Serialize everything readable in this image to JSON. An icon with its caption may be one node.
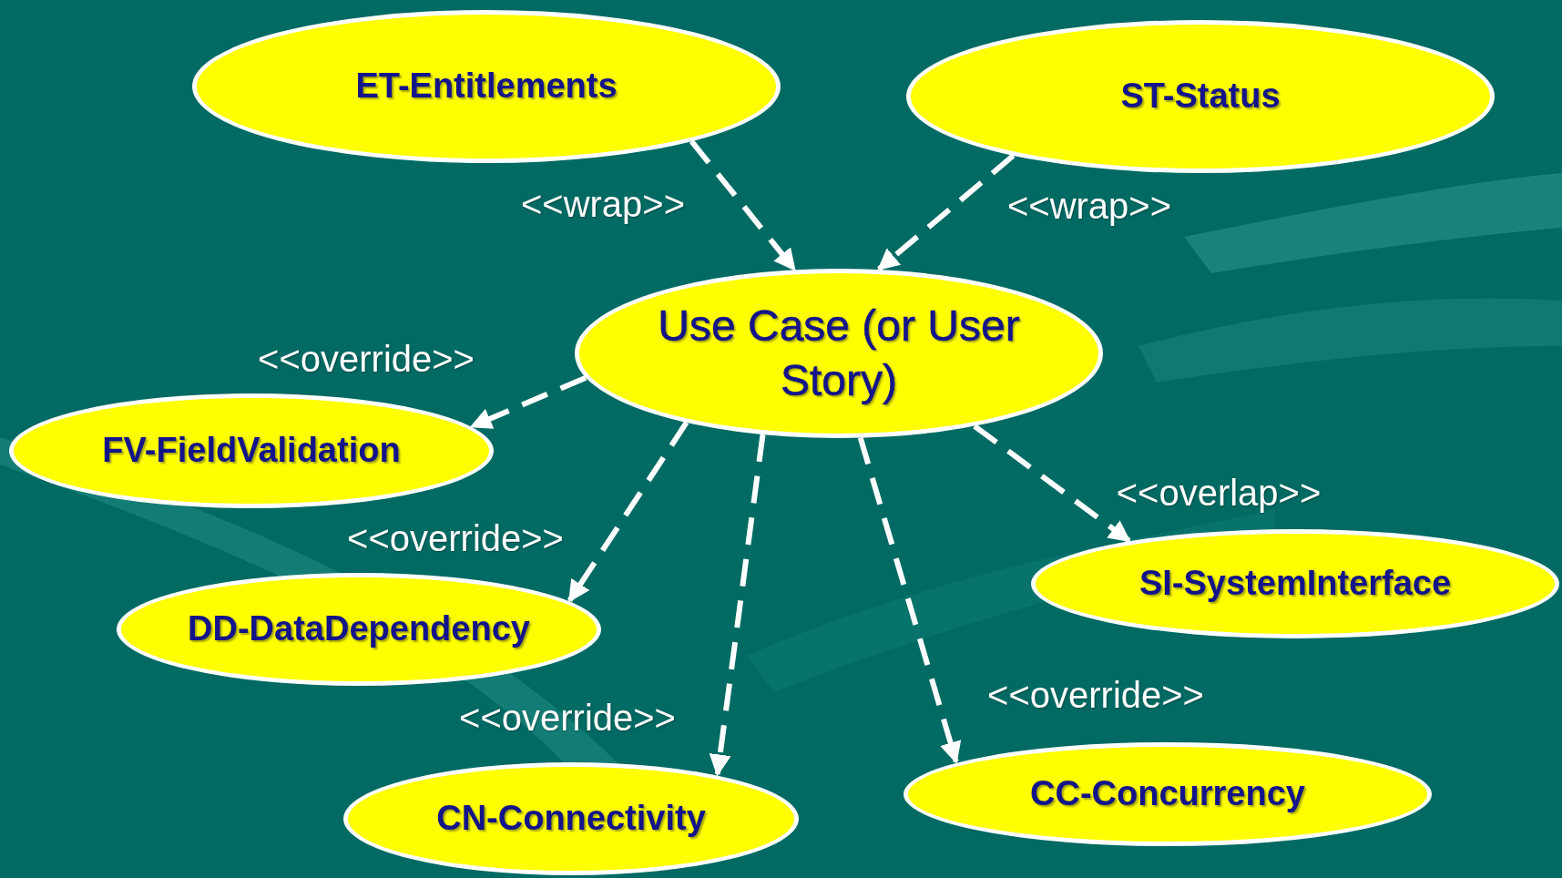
{
  "diagram": {
    "nodes": [
      {
        "text": [
          "ET-Entitlements"
        ]
      },
      {
        "text": [
          "ST-Status"
        ]
      },
      {
        "text": [
          "Use Case (or User Story)"
        ]
      },
      {
        "text": [
          "FV-FieldValidation"
        ]
      },
      {
        "text": [
          "SI-SystemInterface"
        ]
      },
      {
        "text": [
          "DD-DataDependency"
        ]
      },
      {
        "text": [
          "CC-Concurrency"
        ]
      },
      {
        "text": [
          "CN-Connectivity"
        ]
      }
    ],
    "edges": [
      {
        "from": 0,
        "to": 2,
        "arrow": "to",
        "label": "<<wrap>>",
        "style": "dashed"
      },
      {
        "from": 1,
        "to": 2,
        "arrow": "to",
        "label": "<<wrap>>",
        "style": "dashed"
      },
      {
        "from": 2,
        "to": 3,
        "arrow": "to",
        "label": "<<override>>",
        "style": "dashed"
      },
      {
        "from": 2,
        "to": 5,
        "arrow": "to",
        "label": "<<override>>",
        "style": "dashed"
      },
      {
        "from": 2,
        "to": 7,
        "arrow": "to",
        "label": "<<override>>",
        "style": "dashed"
      },
      {
        "from": 2,
        "to": 6,
        "arrow": "to",
        "label": "<<override>>",
        "style": "dashed"
      },
      {
        "from": 2,
        "to": 4,
        "arrow": "to",
        "label": "<<overlap>>",
        "style": "dashed"
      }
    ]
  }
}
